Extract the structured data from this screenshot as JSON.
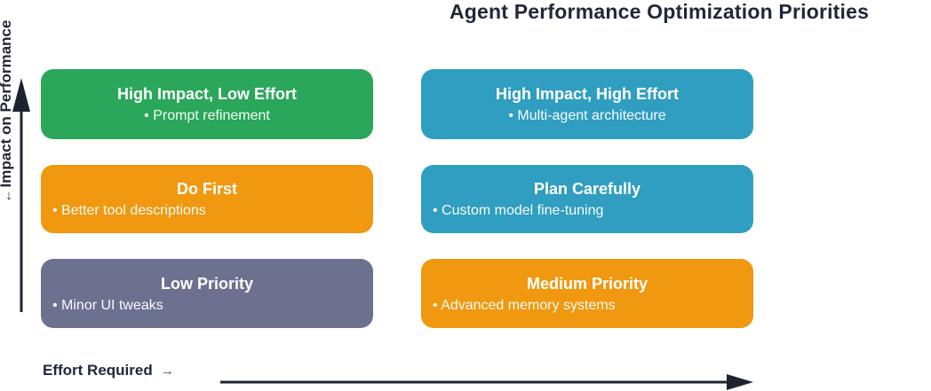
{
  "title": "Agent Performance Optimization Priorities",
  "y_axis": {
    "label": "Impact on Performance",
    "arrow_glyph": "↓"
  },
  "x_axis": {
    "label": "Effort Required",
    "arrow_glyph": "→"
  },
  "colors": {
    "green": "#2aa75a",
    "teal": "#2f9ec0",
    "orange": "#f0980f",
    "slate": "#6c7190",
    "ink": "#212838"
  },
  "matrix": {
    "cells": [
      {
        "title": "High Impact, Low Effort",
        "bullet": "• Prompt refinement",
        "color": "green"
      },
      {
        "title": "High Impact, High Effort",
        "bullet": "• Multi-agent architecture",
        "color": "teal"
      },
      {
        "title": "Do First",
        "bullet": "• Better tool descriptions",
        "color": "orange"
      },
      {
        "title": "Plan Carefully",
        "bullet": "• Custom model fine-tuning",
        "color": "teal"
      },
      {
        "title": "Low Priority",
        "bullet": "• Minor UI tweaks",
        "color": "slate"
      },
      {
        "title": "Medium Priority",
        "bullet": "• Advanced memory systems",
        "color": "orange"
      }
    ]
  }
}
